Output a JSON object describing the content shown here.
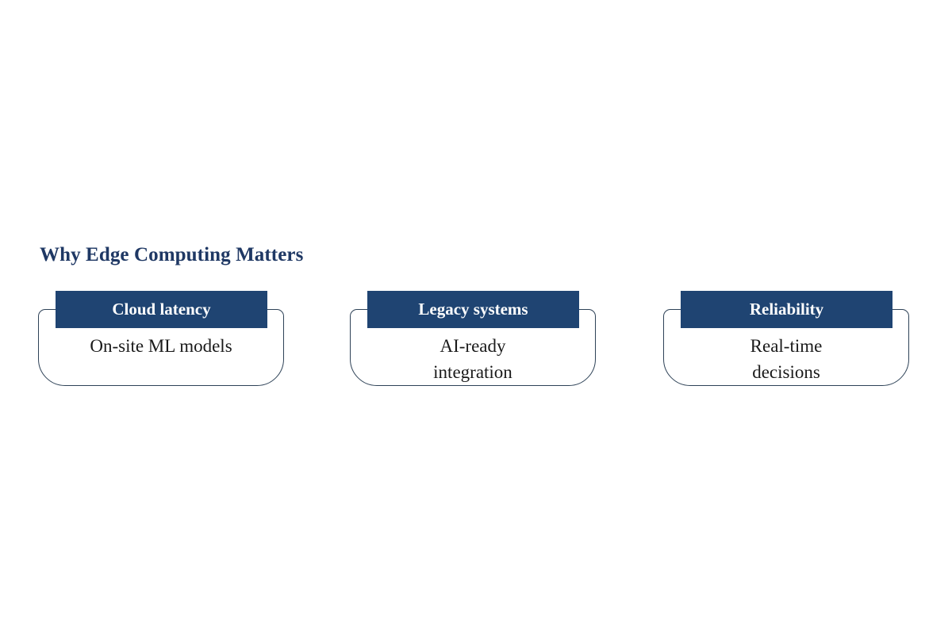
{
  "slide": {
    "title": "Why Edge Computing Matters",
    "background_color": "#ffffff",
    "title_color": "#1f3864",
    "accent_color": "#1f4472",
    "outline_color": "#2e4257",
    "body_text_color": "#1a1a1a",
    "header_text_color": "#ffffff"
  },
  "cards": [
    {
      "header": "Cloud latency",
      "lines": [
        "On-site ML models"
      ]
    },
    {
      "header": "Legacy systems",
      "lines": [
        "AI-ready",
        "integration"
      ]
    },
    {
      "header": "Reliability",
      "lines": [
        "Real-time",
        "decisions"
      ]
    }
  ]
}
